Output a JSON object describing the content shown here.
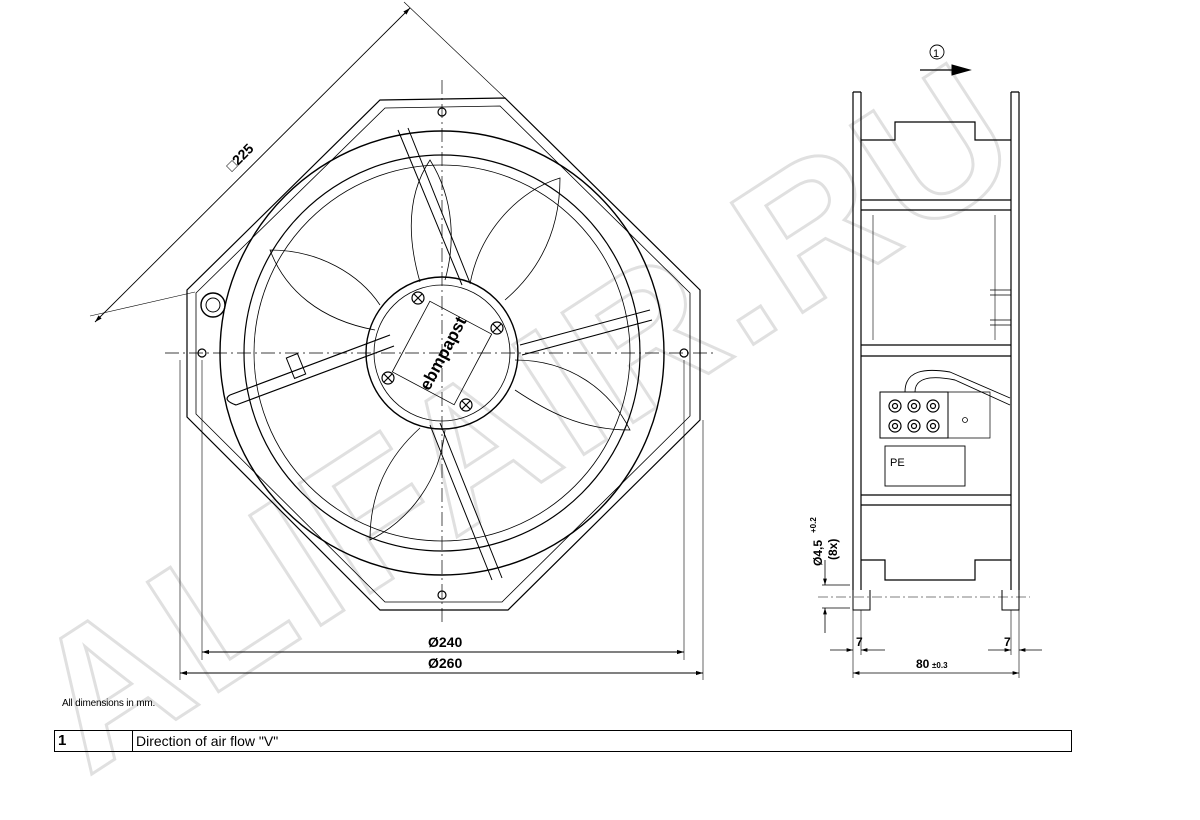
{
  "dimensions": {
    "square_size": "□225",
    "bore_diameter": "Ø240",
    "outer_diameter": "Ø260",
    "hole_diameter": "Ø4,5",
    "hole_tolerance": "+0.2",
    "hole_count": "(8x)",
    "flange_left": "7",
    "flange_right": "7",
    "depth": "80",
    "depth_tolerance": "±0.3"
  },
  "labels": {
    "brand": "ebmpapst",
    "terminal": "PE",
    "airflow_marker": "1"
  },
  "watermark": "ALIFAIR.RU",
  "note": "All dimensions in mm.",
  "legend": [
    {
      "number": "1",
      "text": "Direction of air flow \"V\""
    }
  ],
  "colors": {
    "line": "#000000",
    "watermark": "#e2e2e2"
  }
}
